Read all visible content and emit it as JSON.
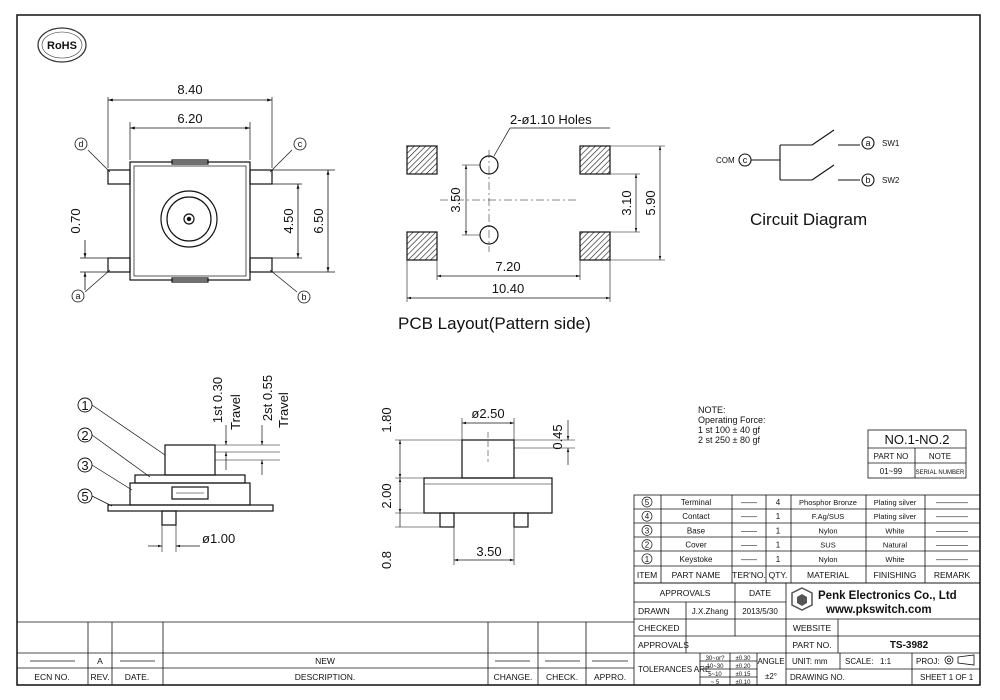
{
  "rohs": {
    "label": "RoHS"
  },
  "top_view": {
    "dims": {
      "w_outer": "8.40",
      "w_inner": "6.20",
      "h_left": "0.70",
      "h_inner": "4.50",
      "h_outer": "6.50"
    },
    "pins": {
      "a": "a",
      "b": "b",
      "c": "c",
      "d": "d"
    }
  },
  "pcb_layout": {
    "holes_note": "2-ø1.10 Holes",
    "dims": {
      "hole_spacing": "3.50",
      "pad_v_inner": "3.10",
      "pad_v_outer": "5.90",
      "pad_h_inner": "7.20",
      "pad_h_outer": "10.40"
    },
    "title": "PCB Layout(Pattern side)"
  },
  "circuit": {
    "com": "COM",
    "com_pin": "c",
    "sw1_pin": "a",
    "sw1": "SW1",
    "sw2_pin": "b",
    "sw2": "SW2",
    "title": "Circuit Diagram"
  },
  "side_view": {
    "travel1": "1st 0.30",
    "travel1_word": "Travel",
    "travel2": "2st 0.55",
    "travel2_word": "Travel",
    "pin_dia": "ø1.00",
    "callouts": [
      "1",
      "2",
      "3",
      "5"
    ]
  },
  "front_view": {
    "cap_dia": "ø2.50",
    "h_cap": "1.80",
    "h_body": "2.00",
    "h_leg": "0.8",
    "leg_gap": "3.50",
    "h_stem": "0.45"
  },
  "note": {
    "lines": [
      "NOTE:",
      "Operating Force:",
      "1 st 100 ± 40 gf",
      "2 st 250 ± 80 gf"
    ]
  },
  "part_table": {
    "title": "NO.1-NO.2",
    "col1": "PART NO",
    "col2": "NOTE",
    "val1": "01~99",
    "val2": "SERIAL NUMBER"
  },
  "bom": {
    "rows": [
      {
        "item": "5",
        "part": "Terminal",
        "ter": "——",
        "qty": "4",
        "material": "Phosphor Bronze",
        "finishing": "Plating silver",
        "remark": "————"
      },
      {
        "item": "4",
        "part": "Contact",
        "ter": "——",
        "qty": "1",
        "material": "F.Ag/SUS",
        "finishing": "Plating silver",
        "remark": "————"
      },
      {
        "item": "3",
        "part": "Base",
        "ter": "——",
        "qty": "1",
        "material": "Nylon",
        "finishing": "White",
        "remark": "————"
      },
      {
        "item": "2",
        "part": "Cover",
        "ter": "——",
        "qty": "1",
        "material": "SUS",
        "finishing": "Natural",
        "remark": "————"
      },
      {
        "item": "1",
        "part": "Keystoke",
        "ter": "——",
        "qty": "1",
        "material": "Nylon",
        "finishing": "White",
        "remark": "————"
      }
    ],
    "headers": {
      "item": "ITEM",
      "part": "PART NAME",
      "ter": "TER'NO.",
      "qty": "QTY.",
      "material": "MATERIAL",
      "finishing": "FINISHING",
      "remark": "REMARK"
    }
  },
  "approvals": {
    "title": "APPROVALS",
    "date_label": "DATE",
    "drawn_label": "DRAWN",
    "drawn_by": "J.X.Zhang",
    "drawn_date": "2013/5/30",
    "checked_label": "CHECKED",
    "approvals_label": "APPROVALS"
  },
  "company": {
    "name": "Penk Electronics Co., Ltd",
    "web": "www.pkswitch.com"
  },
  "title_block": {
    "website_label": "WEBSITE",
    "part_label": "PART NO.",
    "part_no": "TS-3982",
    "unit": "UNIT: mm",
    "scale_label": "SCALE:",
    "scale": "1:1",
    "proj": "PROJ:",
    "drawing_label": "DRAWING NO.",
    "sheet": "SHEET  1  OF  1",
    "tolerances_label": "TOLERANCES ARE",
    "tol_rows": [
      [
        "30~or?",
        "±0.30"
      ],
      [
        "10~30",
        "±0.20"
      ],
      [
        "5~10",
        "±0.15"
      ],
      [
        "~ 5",
        "±0.10"
      ]
    ],
    "angle_label": "ANGLE",
    "angle": "±2°"
  },
  "revision": {
    "ecn": "ECN NO.",
    "rev": "REV.",
    "date": "DATE.",
    "new": "NEW",
    "desc": "DESCRIPTION.",
    "change": "CHANGE.",
    "check": "CHECK.",
    "appro": "APPRO.",
    "rev_val": "A"
  }
}
